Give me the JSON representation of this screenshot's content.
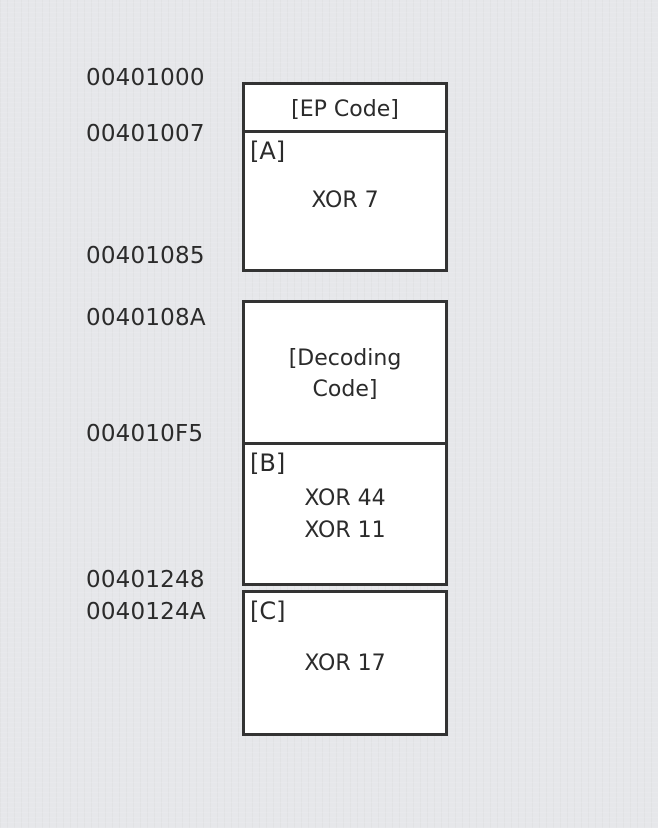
{
  "addresses": {
    "a1": "00401000",
    "a2": "00401007",
    "a3": "00401085",
    "a4": "0040108A",
    "a5": "004010F5",
    "a6": "00401248",
    "a7": "0040124A"
  },
  "block1": {
    "ep_label": "[EP Code]",
    "a_tag": "[A]",
    "a_op": "XOR 7"
  },
  "block2": {
    "decoding_line1": "[Decoding",
    "decoding_line2": "Code]",
    "b_tag": "[B]",
    "b_op1": "XOR 44",
    "b_op2": "XOR 11"
  },
  "block3": {
    "c_tag": "[C]",
    "c_op": "XOR 17"
  },
  "colors": {
    "background": "#e6e7ea",
    "box_fill": "#ffffff",
    "border": "#333333",
    "text": "#2b2b2b"
  }
}
